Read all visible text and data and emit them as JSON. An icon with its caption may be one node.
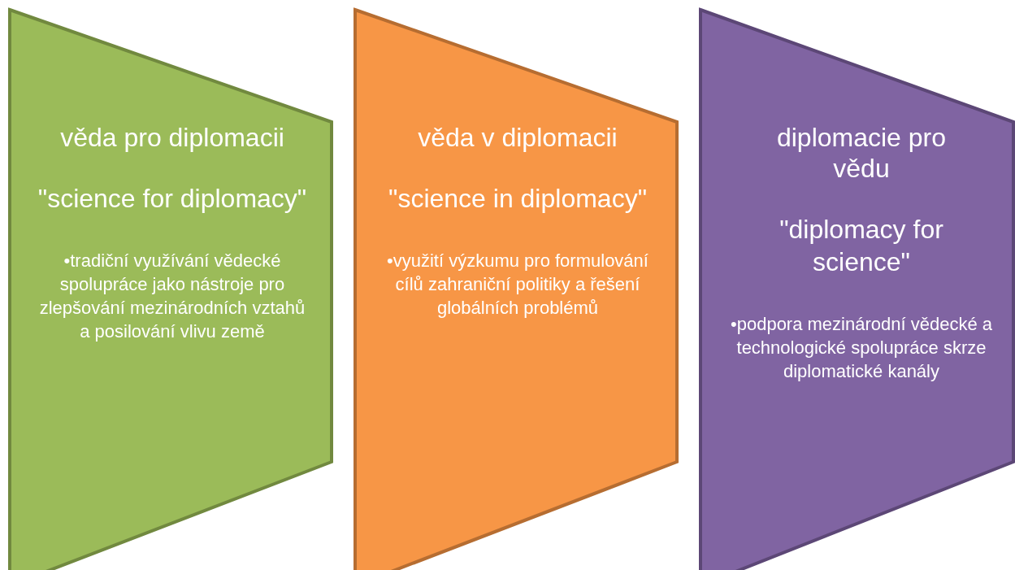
{
  "diagram": {
    "nodes": [
      {
        "text": [
          "věda pro diplomacii",
          "\"science for diplomacy\"",
          "•tradiční využívání vědecké spolupráce jako nástroje pro zlepšování mezinárodních vztahů a posilování vlivu země"
        ]
      },
      {
        "text": [
          "věda v diplomacii",
          "\"science in diplomacy\"",
          "•využití výzkumu pro formulování cílů zahraniční politiky a řešení globálních problémů"
        ]
      },
      {
        "text": [
          "diplomacie pro vědu",
          "\"diplomacy for science\"",
          "•podpora mezinárodní vědecké a technologické spolupráce skrze diplomatické kanály"
        ]
      }
    ]
  }
}
